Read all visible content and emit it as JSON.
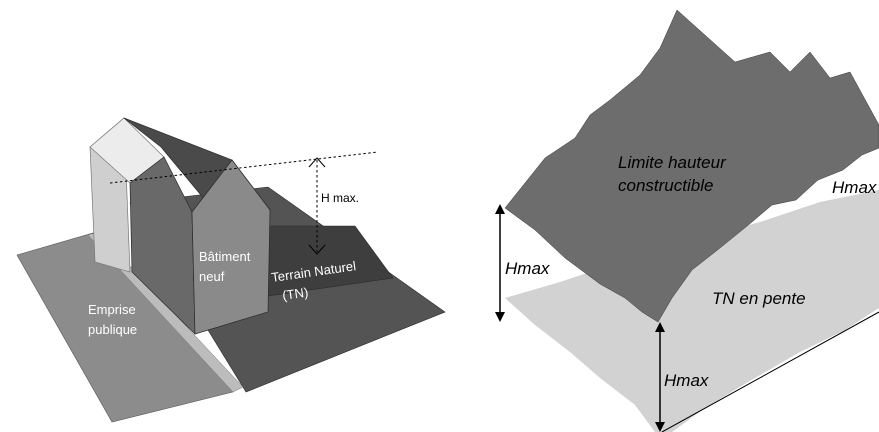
{
  "left_panel": {
    "emprise_label": [
      "Emprise",
      "publique"
    ],
    "batiment_label": [
      "Bâtiment",
      "neuf"
    ],
    "terrain_label": [
      "Terrain Naturel",
      "(TN)"
    ],
    "hmax_label": "H max."
  },
  "right_panel": {
    "limite_label": [
      "Limite hauteur",
      "constructible"
    ],
    "hmax_right_label": "Hmax",
    "hmax_left_label": "Hmax",
    "hmax_bottom_label": "Hmax",
    "tn_label": "TN en pente"
  },
  "colors": {
    "emprise": "#8c8c8c",
    "sidewalk": "#bcbcbc",
    "ground_dark": "#545454",
    "terrain_band": "#3e3e3e",
    "building_gable": "#8a8a8a",
    "building_side": "#696969",
    "building_roof": "#4a4a4a",
    "building_lightwall": "#cfcfcf",
    "building_lightroof": "#ececec",
    "limit_plane": "#6d6d6d",
    "tn_plane": "#d2d2d2"
  }
}
